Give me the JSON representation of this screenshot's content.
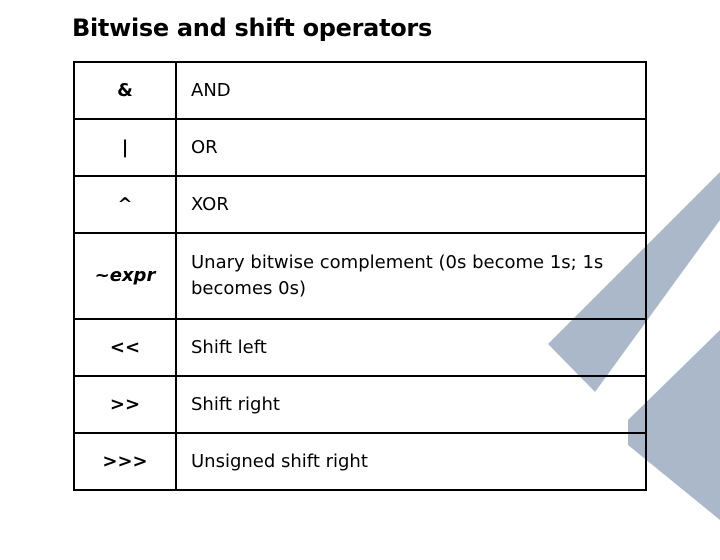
{
  "title": "Bitwise and shift operators",
  "operators": [
    {
      "symbol": "&",
      "description": "AND"
    },
    {
      "symbol": "|",
      "description": "OR"
    },
    {
      "symbol": "^",
      "description": "XOR"
    },
    {
      "symbol": "~expr",
      "description": "Unary bitwise complement (0s become 1s; 1s becomes 0s)"
    },
    {
      "symbol": "<<",
      "description": "Shift left"
    },
    {
      "symbol": ">>",
      "description": "Shift right"
    },
    {
      "symbol": ">>>",
      "description": "Unsigned shift right"
    }
  ],
  "decoration_color": "#aab8c9"
}
